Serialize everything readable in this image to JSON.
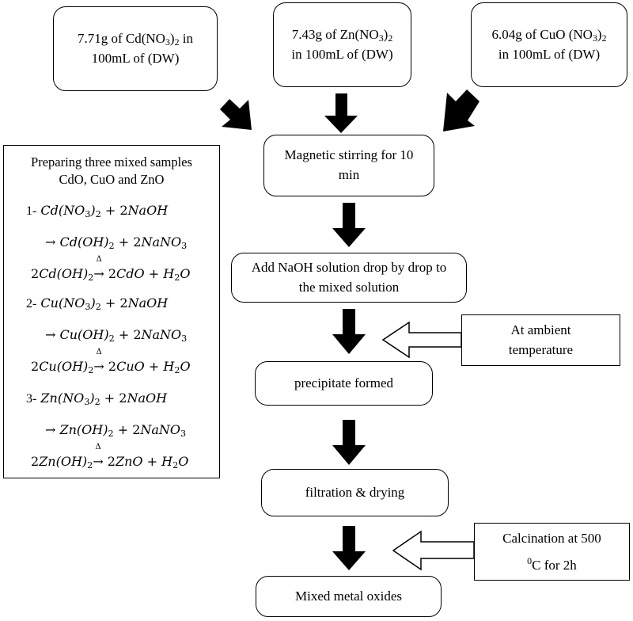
{
  "inputs": [
    {
      "mass": "7.71g of Cd(NO",
      "sub": "3",
      "close": ")",
      "sub2": "2",
      "tail": " in",
      "line2": "100mL of (DW)"
    },
    {
      "mass": "7.43g of Zn(NO",
      "sub": "3",
      "close": ")",
      "sub2": "2",
      "tail": "",
      "line2": "in 100mL of (DW)"
    },
    {
      "mass": "6.04g of CuO (NO",
      "sub": "3",
      "close": ")",
      "sub2": "2",
      "tail": "",
      "line2": "in 100mL of (DW)"
    }
  ],
  "steps": {
    "stirring": [
      "Magnetic stirring for 10",
      "min"
    ],
    "naoh": [
      "Add NaOH solution drop by drop to",
      "the mixed solution"
    ],
    "precipitate": "precipitate formed",
    "filtration": "filtration & drying",
    "final": "Mixed metal oxides"
  },
  "conditions": {
    "ambient": [
      "At ambient",
      "temperature"
    ],
    "calcination_line1": "Calcination at 500",
    "calcination_sup": "0",
    "calcination_line2": "C for 2h"
  },
  "reactions_panel": {
    "title": [
      "Preparing three mixed samples",
      "CdO, CuO and ZnO"
    ],
    "metals": [
      "Cd",
      "Cu",
      "Zn"
    ],
    "oxides": [
      "CdO",
      "CuO",
      "ZnO"
    ],
    "numbers": [
      "1-",
      "2-",
      "3-"
    ],
    "reagent": "NaOH",
    "byproduct": "NaNO",
    "water": "H",
    "coef": "2",
    "arrow": "→",
    "heat": "Δ",
    "plus": "+"
  }
}
